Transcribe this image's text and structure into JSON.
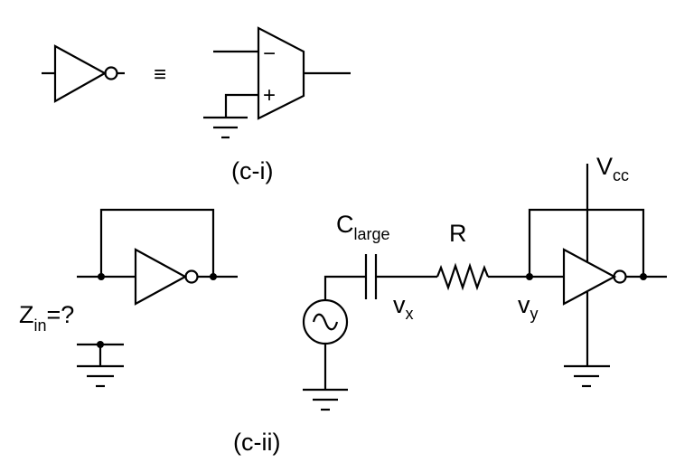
{
  "figure": {
    "part_c_i": {
      "caption": "(c-i)",
      "equivalence_symbol": "≡",
      "opamp_minus": "−",
      "opamp_plus": "+"
    },
    "part_c_ii": {
      "caption": "(c-ii)",
      "zin_main": "Z",
      "zin_sub": "in",
      "zin_suffix": "=?",
      "capacitor_main": "C",
      "capacitor_sub": "large",
      "resistor_label": "R",
      "vx_main": "v",
      "vx_sub": "x",
      "vy_main": "v",
      "vy_sub": "y",
      "vcc_main": "V",
      "vcc_sub": "cc"
    }
  }
}
